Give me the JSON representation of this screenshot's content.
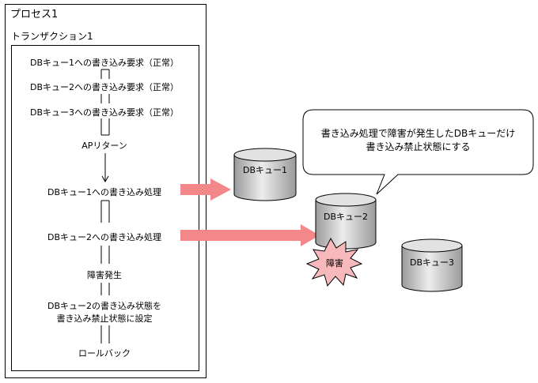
{
  "process": {
    "title": "プロセス1"
  },
  "transaction": {
    "title": "トランザクション1",
    "steps": {
      "req1": "DBキュー1への書き込み要求（正常）",
      "req2": "DBキュー2への書き込み要求（正常）",
      "req3": "DBキュー3への書き込み要求（正常）",
      "ap_return": "APリターン",
      "write1": "DBキュー1への書き込み処理",
      "write2": "DBキュー2への書き込み処理",
      "failure": "障害発生",
      "set_state_line1": "DBキュー2の書き込み状態を",
      "set_state_line2": "書き込み禁止状態に設定",
      "rollback": "ロールバック"
    }
  },
  "queues": {
    "q1": "DBキュー1",
    "q2": "DBキュー2",
    "q3": "DBキュー3"
  },
  "failure_burst": "障害",
  "callout": {
    "line1": "書き込み処理で障害が発生したDBキューだけ",
    "line2": "書き込み禁止状態にする"
  },
  "colors": {
    "arrow": "#f4878a",
    "burst": "#f7b9bc",
    "cylinder_light": "#e6e6e6",
    "cylinder_dark": "#a8a8a8"
  }
}
